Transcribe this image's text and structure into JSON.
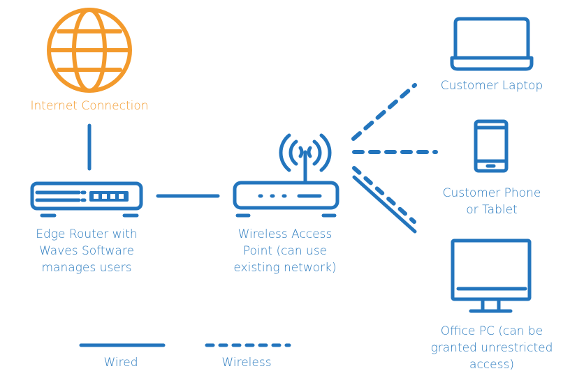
{
  "colors": {
    "primary": "#2375bd",
    "accent": "#f39a2c",
    "background": "#ffffff"
  },
  "nodes": {
    "internet": {
      "icon": "globe-icon",
      "label": [
        "Internet Connection"
      ]
    },
    "router": {
      "icon": "router-icon",
      "label": [
        "Edge Router with",
        "Waves Software",
        "manages users"
      ]
    },
    "access_point": {
      "icon": "wireless-access-point-icon",
      "label": [
        "Wireless Access",
        "Point (can use",
        "existing network)"
      ]
    },
    "laptop": {
      "icon": "laptop-icon",
      "label": [
        "Customer Laptop"
      ]
    },
    "phone": {
      "icon": "phone-tablet-icon",
      "label": [
        "Customer Phone",
        "or Tablet"
      ]
    },
    "pc": {
      "icon": "desktop-monitor-icon",
      "label": [
        "Office PC (can be",
        "granted unrestricted",
        "access)"
      ]
    }
  },
  "connections": [
    {
      "from": "internet",
      "to": "router",
      "type": "wired"
    },
    {
      "from": "router",
      "to": "access_point",
      "type": "wired"
    },
    {
      "from": "access_point",
      "to": "laptop",
      "type": "wireless"
    },
    {
      "from": "access_point",
      "to": "phone",
      "type": "wireless"
    },
    {
      "from": "access_point",
      "to": "pc",
      "type": "wireless"
    },
    {
      "from": "access_point",
      "to": "pc",
      "type": "wired"
    }
  ],
  "legend": {
    "wired": "Wired",
    "wireless": "Wireless"
  }
}
